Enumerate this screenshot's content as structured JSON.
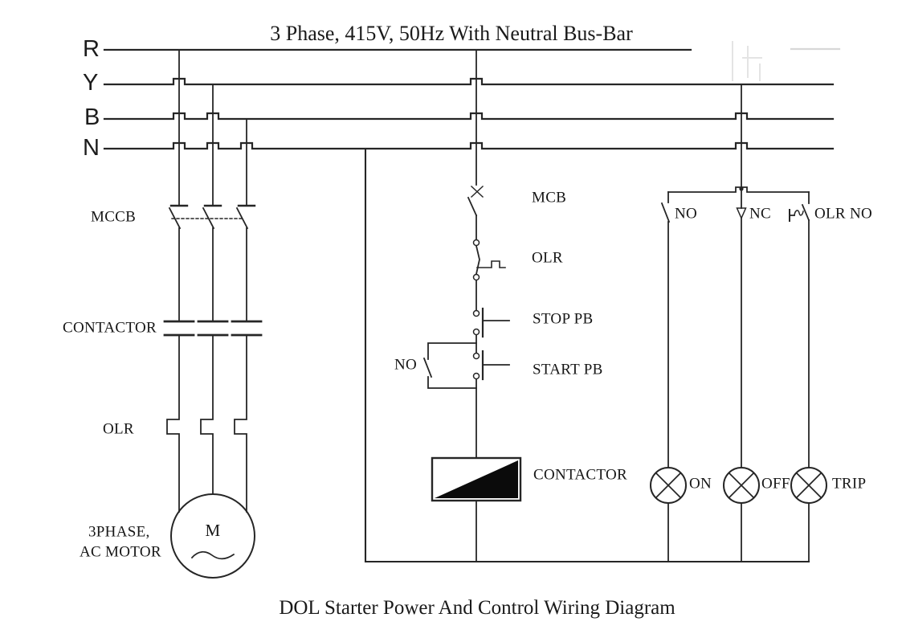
{
  "titles": {
    "top": "3 Phase, 415V, 50Hz With Neutral Bus-Bar",
    "bottom": "DOL Starter Power And Control Wiring Diagram"
  },
  "buses": {
    "r": "R",
    "y": "Y",
    "b": "B",
    "n": "N"
  },
  "power_circuit": {
    "mccb": "MCCB",
    "contactor": "CONTACTOR",
    "olr": "OLR",
    "motor_line1": "3PHASE,",
    "motor_line2": "AC MOTOR",
    "motor_letter": "M"
  },
  "control_circuit": {
    "mcb": "MCB",
    "olr": "OLR",
    "stop_pb": "STOP PB",
    "start_pb": "START PB",
    "hold_no": "NO",
    "coil": "CONTACTOR"
  },
  "indicator_circuit": {
    "no": "NO",
    "nc": "NC",
    "olr_no": "OLR NO",
    "on": "ON",
    "off": "OFF",
    "trip": "TRIP"
  },
  "colors": {
    "line": "#262626",
    "text": "#161616",
    "background": "#ffffff"
  }
}
